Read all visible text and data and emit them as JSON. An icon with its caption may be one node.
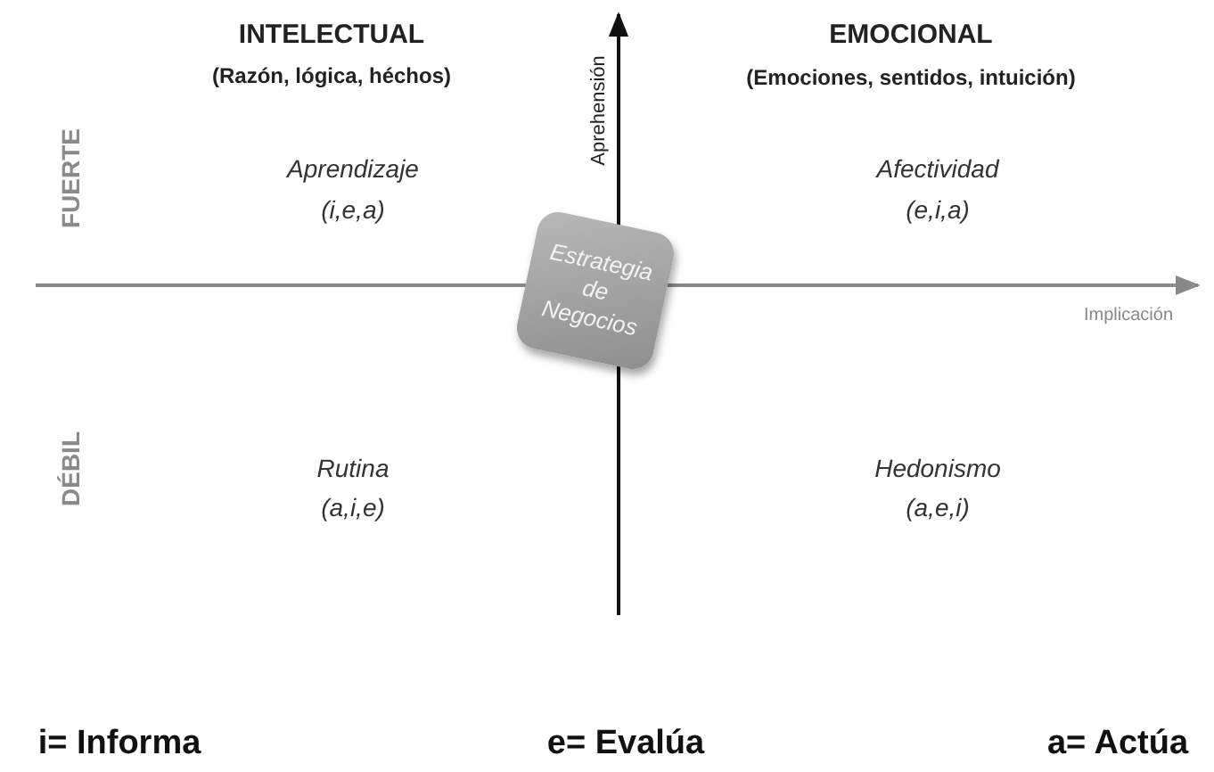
{
  "diagram": {
    "nodes": [
      {
        "text": [
          "Estrategia de Negocios"
        ]
      }
    ],
    "labels": [
      "INTELECTUAL",
      "(Razón, lógica, héchos)",
      "Aprehensión",
      "EMOCIONAL",
      "(Emociones, sentidos, intuición)",
      "FUERTE",
      "Aprendizaje",
      "(i,e,a)",
      "Afectividad",
      "(e,i,a)",
      "Implicación",
      "DÉBIL",
      "Rutina",
      "(a,i,e)",
      "Hedonismo",
      "(a,e,i)",
      "i= Informa",
      "e= Evalúa",
      "a= Actúa"
    ]
  }
}
